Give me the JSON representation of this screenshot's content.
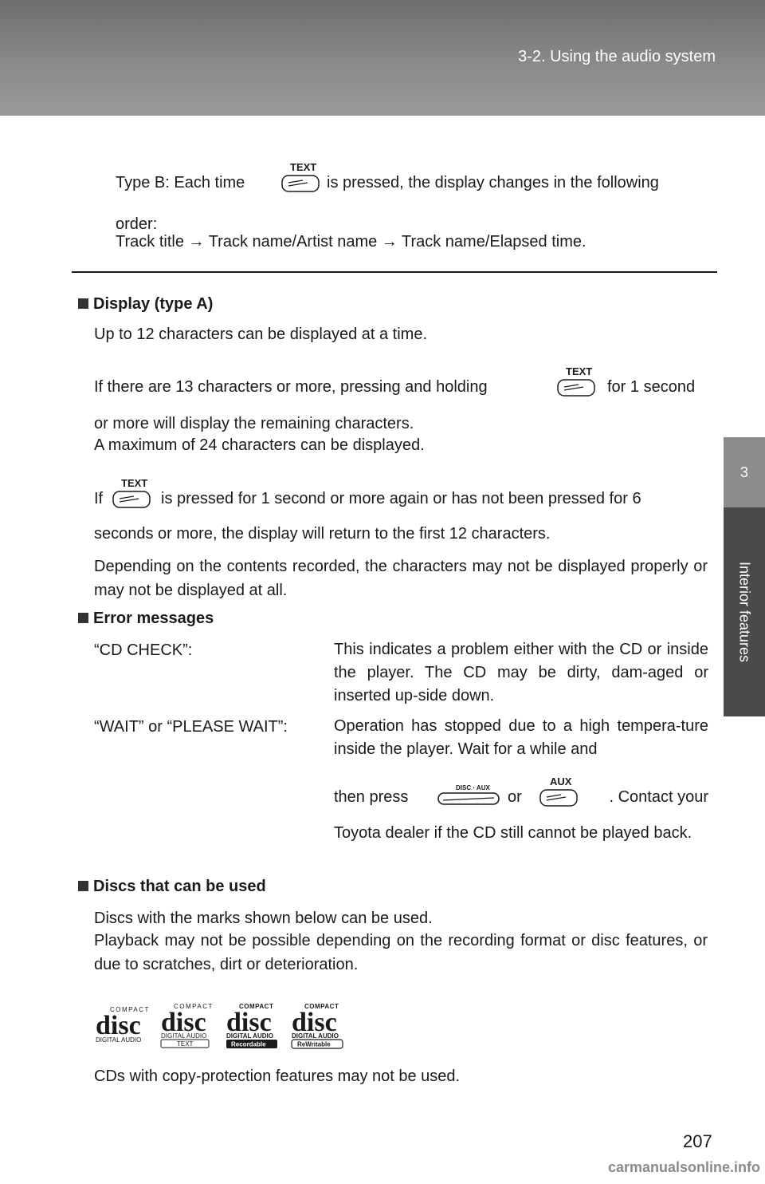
{
  "header": {
    "title": "3-2. Using the audio system"
  },
  "side_tab": {
    "number": "3",
    "label": "Interior features"
  },
  "type_b": {
    "line1_pre": "Type B: Each time",
    "line1_post": "is pressed, the display changes in the following",
    "line2": "order:",
    "line3": "Track title → Track name/Artist name → Track name/Elapsed time."
  },
  "display_a": {
    "heading": "Display (type A)",
    "p1": "Up to 12 characters can be displayed at a time.",
    "p2_pre": "If there are 13 characters or more, pressing and holding",
    "p2_post": "for 1 second",
    "p2_line2": "or more will display the remaining characters.",
    "p2_line3": "A maximum of 24 characters can be displayed.",
    "p3_pre": "If",
    "p3_post": "is pressed for 1 second or more again or has not been pressed for 6",
    "p3_line2": "seconds or more, the display will return to the first 12 characters.",
    "p4": "Depending on the contents recorded, the characters may not be displayed properly or may not be displayed at all."
  },
  "errors": {
    "heading": "Error messages",
    "cd_check": {
      "term": "“CD CHECK”:",
      "desc": "This indicates a problem either with the CD or inside the player. The CD may be dirty, dam-aged or inserted up-side down."
    },
    "wait": {
      "term": "“WAIT” or “PLEASE WAIT”:",
      "desc1": "Operation has stopped due to a high tempera-ture inside the player. Wait for a while and",
      "then": "then press",
      "or": "or",
      "contact": ". Contact your",
      "desc2": "Toyota dealer if the CD still cannot be played back."
    }
  },
  "discs": {
    "heading": "Discs that can be used",
    "p1": "Discs with the marks shown below can be used.",
    "p2": "Playback may not be possible depending on the recording format or disc features, or due to scratches, dirt or deterioration.",
    "note": "CDs with copy-protection features may not be used.",
    "logos": [
      {
        "top": "COMPACT",
        "main": "disc",
        "sub": "DIGITAL AUDIO",
        "badge": ""
      },
      {
        "top": "COMPACT",
        "main": "disc",
        "sub": "DIGITAL AUDIO",
        "badge": "TEXT"
      },
      {
        "top": "COMPACT",
        "main": "disc",
        "sub": "DIGITAL AUDIO",
        "badge": "Recordable"
      },
      {
        "top": "COMPACT",
        "main": "disc",
        "sub": "DIGITAL AUDIO",
        "badge": "ReWritable"
      }
    ]
  },
  "buttons": {
    "text": "TEXT",
    "disc_aux": "DISC · AUX",
    "aux": "AUX"
  },
  "page_number": "207",
  "watermark": "carmanualsonline.info"
}
